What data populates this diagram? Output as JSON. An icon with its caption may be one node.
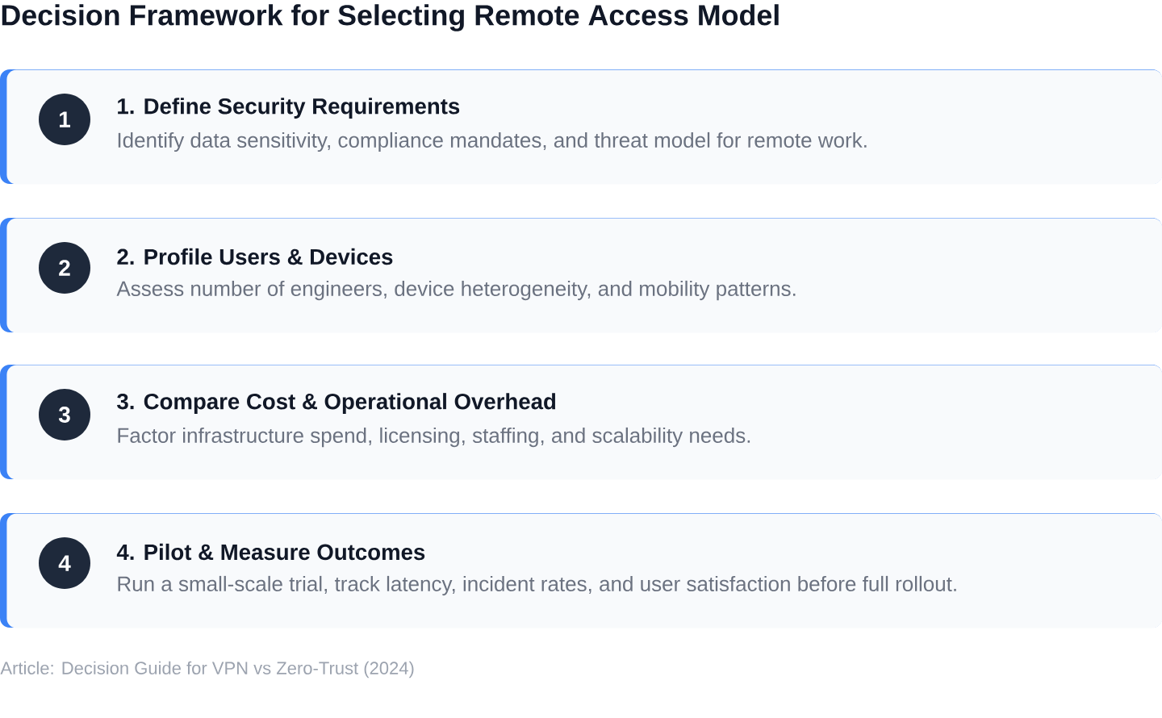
{
  "diagram": {
    "title": "Decision Framework for Selecting Remote Access Model",
    "nodes": [
      {
        "text": [
          "1. Define Security Requirements",
          "Identify data sensitivity, compliance mandates, and threat model for remote work."
        ]
      },
      {
        "text": [
          "1"
        ],
        "in": 0
      },
      {
        "text": [
          "2. Profile Users & Devices",
          "Assess number of engineers, device heterogeneity, and mobility patterns."
        ]
      },
      {
        "text": [
          "2"
        ],
        "in": 2
      },
      {
        "text": [
          "3. Compare Cost & Operational Overhead",
          "Factor infrastructure spend, licensing, staffing, and scalability needs."
        ]
      },
      {
        "text": [
          "3"
        ],
        "in": 4
      },
      {
        "text": [
          "4. Pilot & Measure Outcomes",
          "Run a small-scale trial, track latency, incident rates, and user satisfaction before full rollout."
        ]
      },
      {
        "text": [
          "4"
        ],
        "in": 6
      }
    ],
    "labels": [
      "Article: Decision Guide for VPN vs Zero-Trust (2024)"
    ]
  }
}
